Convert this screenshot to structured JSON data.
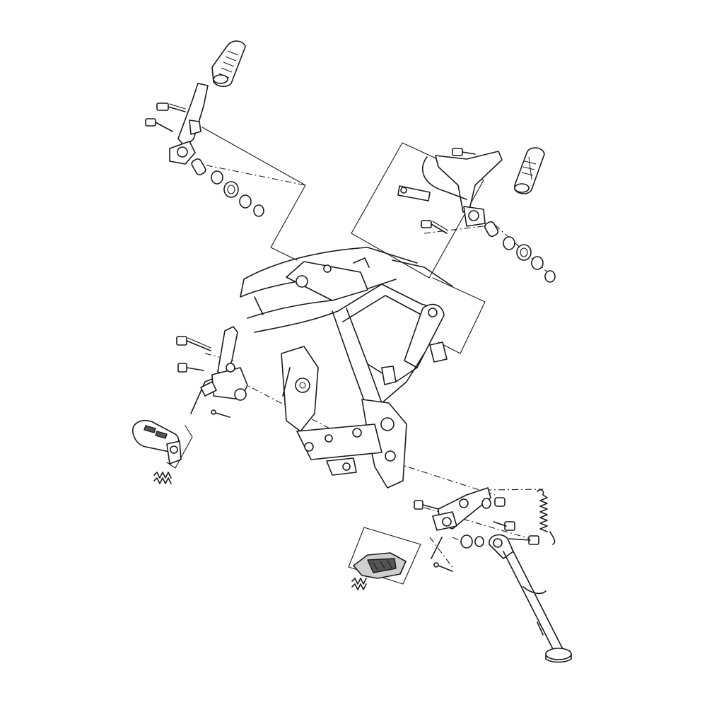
{
  "diagram": {
    "type": "exploded-parts-diagram",
    "colors": {
      "line": "#1a1a1a",
      "background": "#ffffff",
      "shade": "#cfcfcf",
      "dark": "#555555"
    },
    "components": [
      "frame",
      "rider-footpeg-bracket-left",
      "rider-footpeg-left",
      "passenger-footpeg-bracket-right",
      "passenger-footpeg-right",
      "gear-shift-lever",
      "shift-footpeg",
      "brake-pedal",
      "side-stand",
      "side-stand-spring",
      "return-springs",
      "bolts",
      "washers",
      "nuts",
      "cotter-pins"
    ]
  }
}
